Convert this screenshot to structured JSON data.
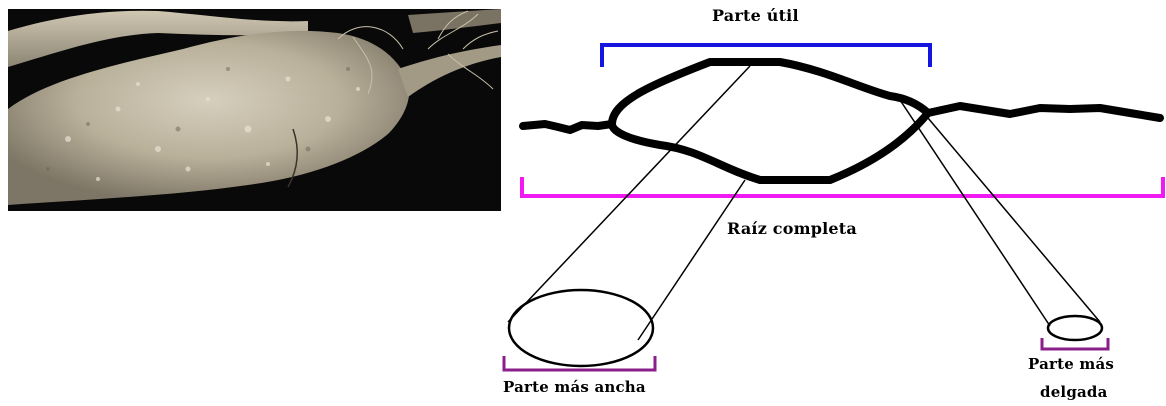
{
  "labels": {
    "useful_part": "Parte útil",
    "full_root": "Raíz completa",
    "widest_part": "Parte más ancha",
    "thinnest_part_line1": "Parte más",
    "thinnest_part_line2": "delgada"
  },
  "colors": {
    "useful_bracket": "#1515e0",
    "full_bracket": "#f21af2",
    "section_brackets": "#8a1f8a",
    "outline": "#000000",
    "photo_background": "#090909",
    "root_surface": "#b9b09a"
  }
}
